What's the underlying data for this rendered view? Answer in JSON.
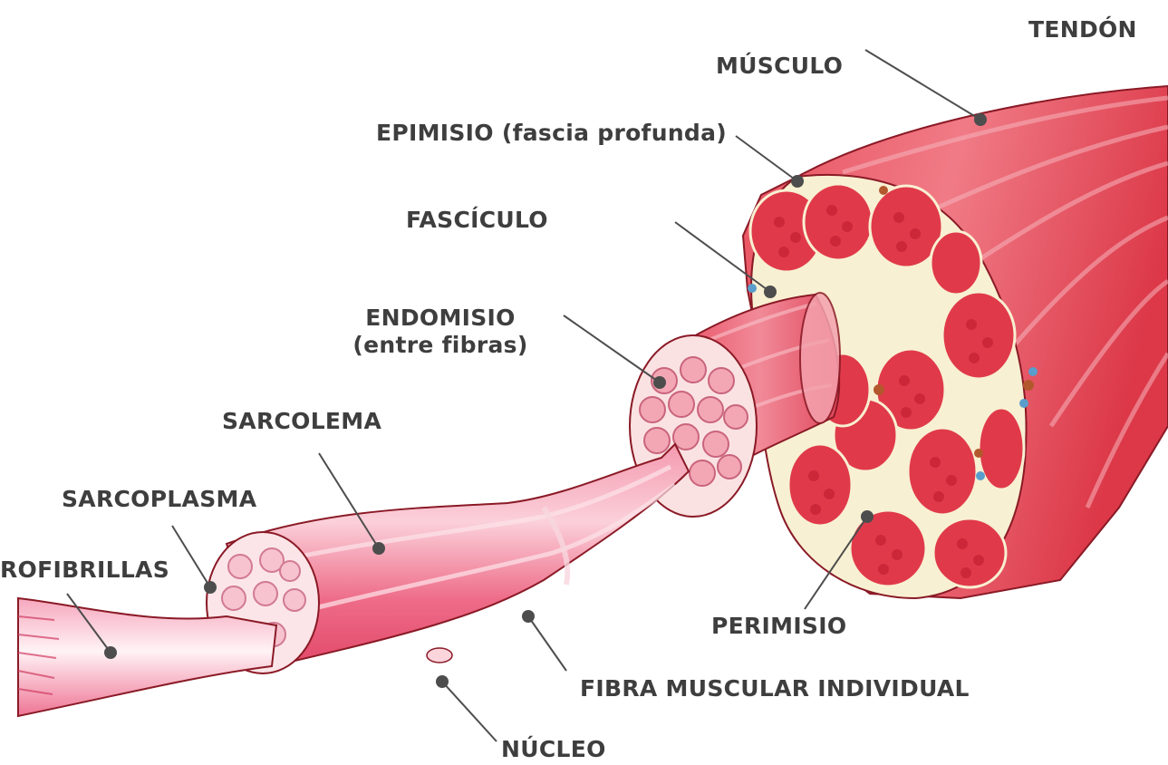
{
  "labels": {
    "tendon": "TENDÓN",
    "musculo": "MÚSCULO",
    "epimisio": "EPIMISIO (fascia profunda)",
    "fasciculo": "FASCÍCULO",
    "endomisio_line1": "ENDOMISIO",
    "endomisio_line2": "(entre fibras)",
    "sarcolema": "SARCOLEMA",
    "sarcoplasma": "SARCOPLASMA",
    "miofibrillas": "ROFIBRILLAS",
    "perimisio": "PERIMISIO",
    "fibra": "FIBRA MUSCULAR INDIVIDUAL",
    "nucleo": "NÚCLEO"
  },
  "colors": {
    "muscle": "#e44a5c",
    "muscle_light": "#f2a9b4",
    "fiber": "#ec6a86",
    "fiber_highlight": "#fbd3dc",
    "sheath": "#f7f0cf",
    "outline": "#7a1622",
    "label_text": "#3e3e3e"
  }
}
